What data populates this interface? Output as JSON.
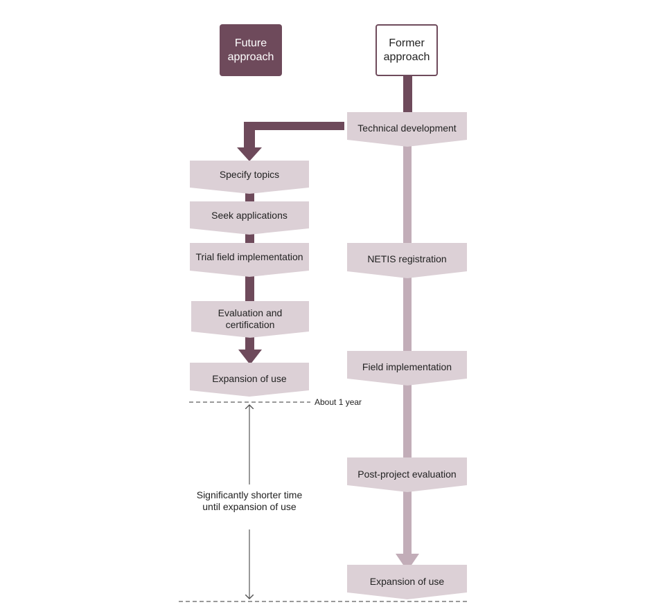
{
  "headers": {
    "future": "Future\napproach",
    "former": "Former\napproach"
  },
  "future_steps": [
    "Specify topics",
    "Seek applications",
    "Trial field implementation",
    "Evaluation and\ncertification",
    "Expansion of use"
  ],
  "former_steps": [
    "Technical development",
    "NETIS registration",
    "Field implementation",
    "Post-project evaluation",
    "Expansion of use"
  ],
  "annotations": {
    "about_one_year": "About 1 year",
    "shorter_time": "Significantly shorter time\nuntil expansion of use"
  },
  "colors": {
    "dark": "#6e4a5b",
    "light_box": "#dcd0d6",
    "light_line": "#c2adb8"
  }
}
